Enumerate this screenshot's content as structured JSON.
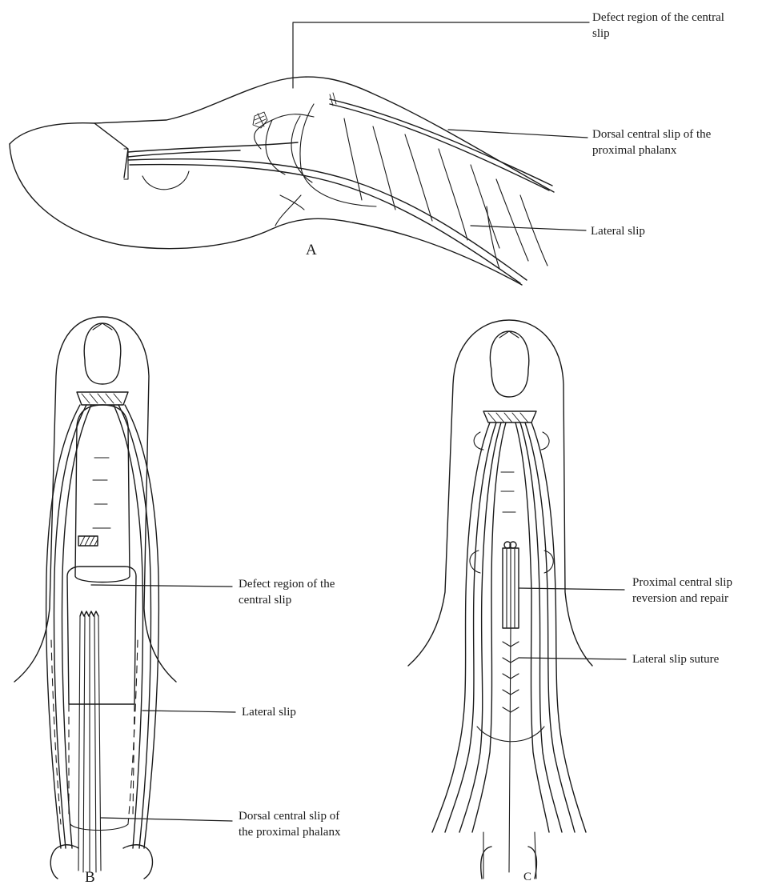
{
  "figure": {
    "panels": [
      {
        "letter": "A",
        "labels": [
          {
            "line1": "Defect region of the central",
            "line2": "slip"
          },
          {
            "line1": "Dorsal central slip of the",
            "line2": "proximal phalanx"
          },
          {
            "line1": "Lateral slip",
            "line2": ""
          }
        ]
      },
      {
        "letter": "B",
        "labels": [
          {
            "line1": "Defect region of the",
            "line2": "central slip"
          },
          {
            "line1": "Lateral slip",
            "line2": ""
          },
          {
            "line1": "Dorsal central slip of",
            "line2": "the proximal phalanx"
          }
        ]
      },
      {
        "letter": "C",
        "labels": [
          {
            "line1": "Proximal central slip",
            "line2": "reversion and repair"
          },
          {
            "line1": "Lateral slip suture",
            "line2": ""
          }
        ]
      }
    ]
  }
}
